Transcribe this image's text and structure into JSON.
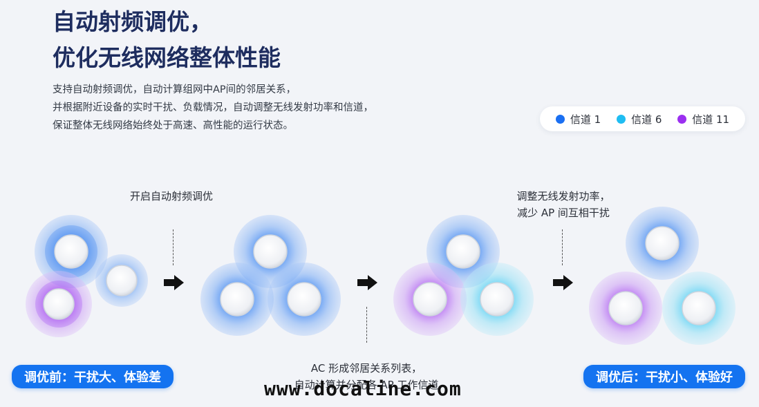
{
  "header": {
    "title_line1": "自动射频调优，",
    "title_line2": "优化无线网络整体性能",
    "desc_line1": "支持自动射频调优，自动计算组网中AP间的邻居关系，",
    "desc_line2": "并根据附近设备的实时干扰、负载情况，自动调整无线发射功率和信道，",
    "desc_line3": "保证整体无线网络始终处于高速、高性能的运行状态。"
  },
  "legend": [
    {
      "label": "信道 1",
      "color": "#1a6ff2"
    },
    {
      "label": "信道 6",
      "color": "#1fbdf2"
    },
    {
      "label": "信道 11",
      "color": "#9b2ff0"
    }
  ],
  "steps": {
    "step1_label": "开启自动射频调优",
    "step2_line1": "AC 形成邻居关系列表，",
    "step2_line2": "自动计算并分配各 AP 工作信道",
    "step3_line1": "调整无线发射功率，",
    "step3_line2": "减少 AP 间互相干扰"
  },
  "badges": {
    "before": "调优前：干扰大、体验差",
    "after": "调优后：干扰小、体验好"
  },
  "watermark": "www.docaline.com",
  "colors": {
    "channel1": "#1a6ff2",
    "channel6": "#1fbdf2",
    "channel11": "#9b2ff0",
    "badge": "#1473f0",
    "title": "#1e2d5f"
  }
}
